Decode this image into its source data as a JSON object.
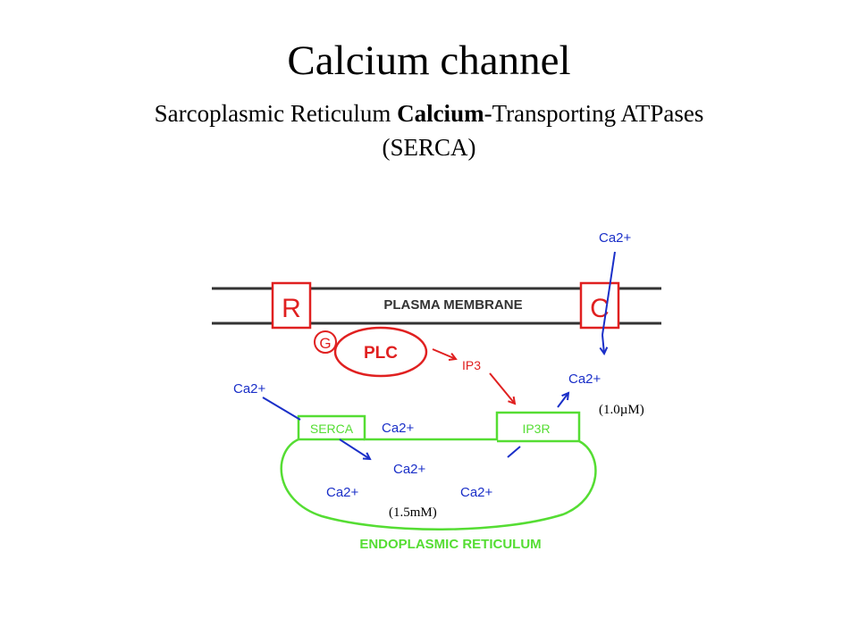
{
  "title": "Calcium channel",
  "subtitle": {
    "part1": "Sarcoplasmic Reticulum ",
    "part2_bold": "Calcium",
    "part3": "-Transporting ATPases",
    "part4": "(SERCA)"
  },
  "diagram": {
    "plasma_membrane_label": "PLASMA MEMBRANE",
    "receptor_label": "R",
    "channel_label": "C",
    "gprotein_label": "G",
    "plc_label": "PLC",
    "ip3_label": "IP3",
    "serca_label": "SERCA",
    "ip3r_label": "IP3R",
    "er_label": "ENDOPLASMIC RETICULUM",
    "ca_top_outside": "Ca2+",
    "ca_cytosol_right": "Ca2+",
    "ca_cytosol_left": "Ca2+",
    "ca_er_1": "Ca2+",
    "ca_er_2": "Ca2+",
    "ca_er_3": "Ca2+",
    "ca_er_4": "Ca2+",
    "cytosol_conc": "(1.0µM)",
    "er_conc": "(1.5mM)",
    "colors": {
      "membrane": "#333333",
      "signaling": "#e02020",
      "calcium_flux": "#1a2fc8",
      "er": "#55dd33"
    }
  }
}
